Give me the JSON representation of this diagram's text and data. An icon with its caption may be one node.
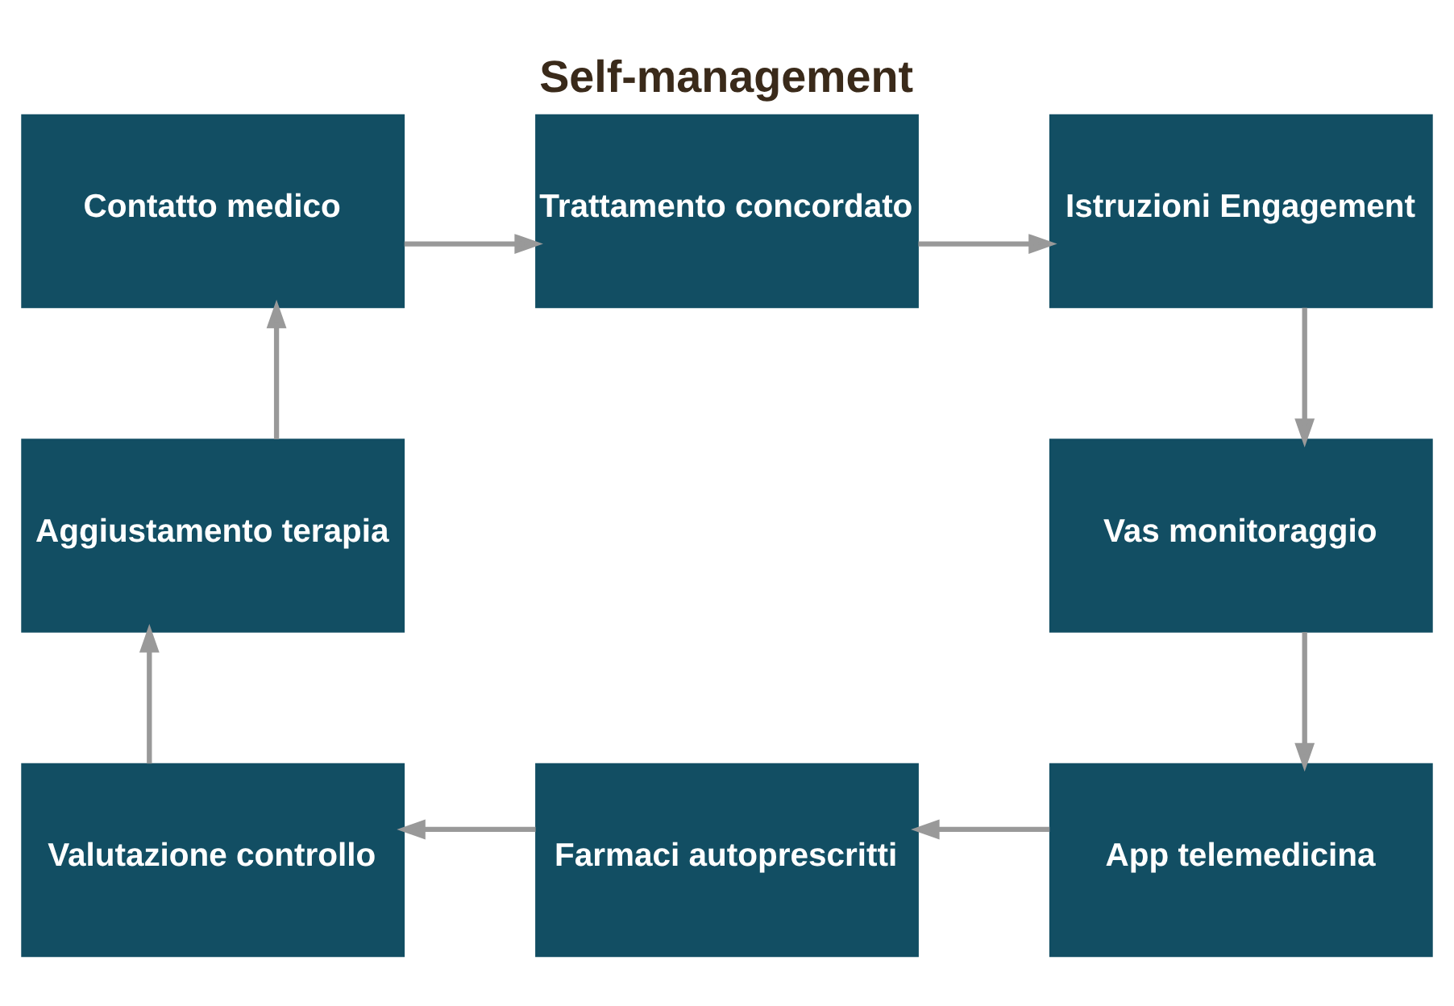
{
  "diagram": {
    "title": "Self-management",
    "nodes": [
      {
        "text": [
          "Contatto medico"
        ]
      },
      {
        "text": [
          "Trattamento concordato"
        ]
      },
      {
        "text": [
          "Istruzioni Engagement"
        ]
      },
      {
        "text": [
          "Vas monitoraggio"
        ]
      },
      {
        "text": [
          "App telemedicina"
        ]
      },
      {
        "text": [
          "Farmaci autoprescritti"
        ]
      },
      {
        "text": [
          "Valutazione controllo"
        ]
      },
      {
        "text": [
          "Aggiustamento terapia"
        ]
      }
    ],
    "edges": [
      {
        "from": 0,
        "to": 1,
        "arrow": "to"
      },
      {
        "from": 1,
        "to": 2,
        "arrow": "to"
      },
      {
        "from": 2,
        "to": 3,
        "arrow": "to"
      },
      {
        "from": 3,
        "to": 4,
        "arrow": "to"
      },
      {
        "from": 4,
        "to": 5,
        "arrow": "to"
      },
      {
        "from": 5,
        "to": 6,
        "arrow": "to"
      },
      {
        "from": 6,
        "to": 7,
        "arrow": "to"
      },
      {
        "from": 7,
        "to": 0,
        "arrow": "to"
      }
    ]
  }
}
